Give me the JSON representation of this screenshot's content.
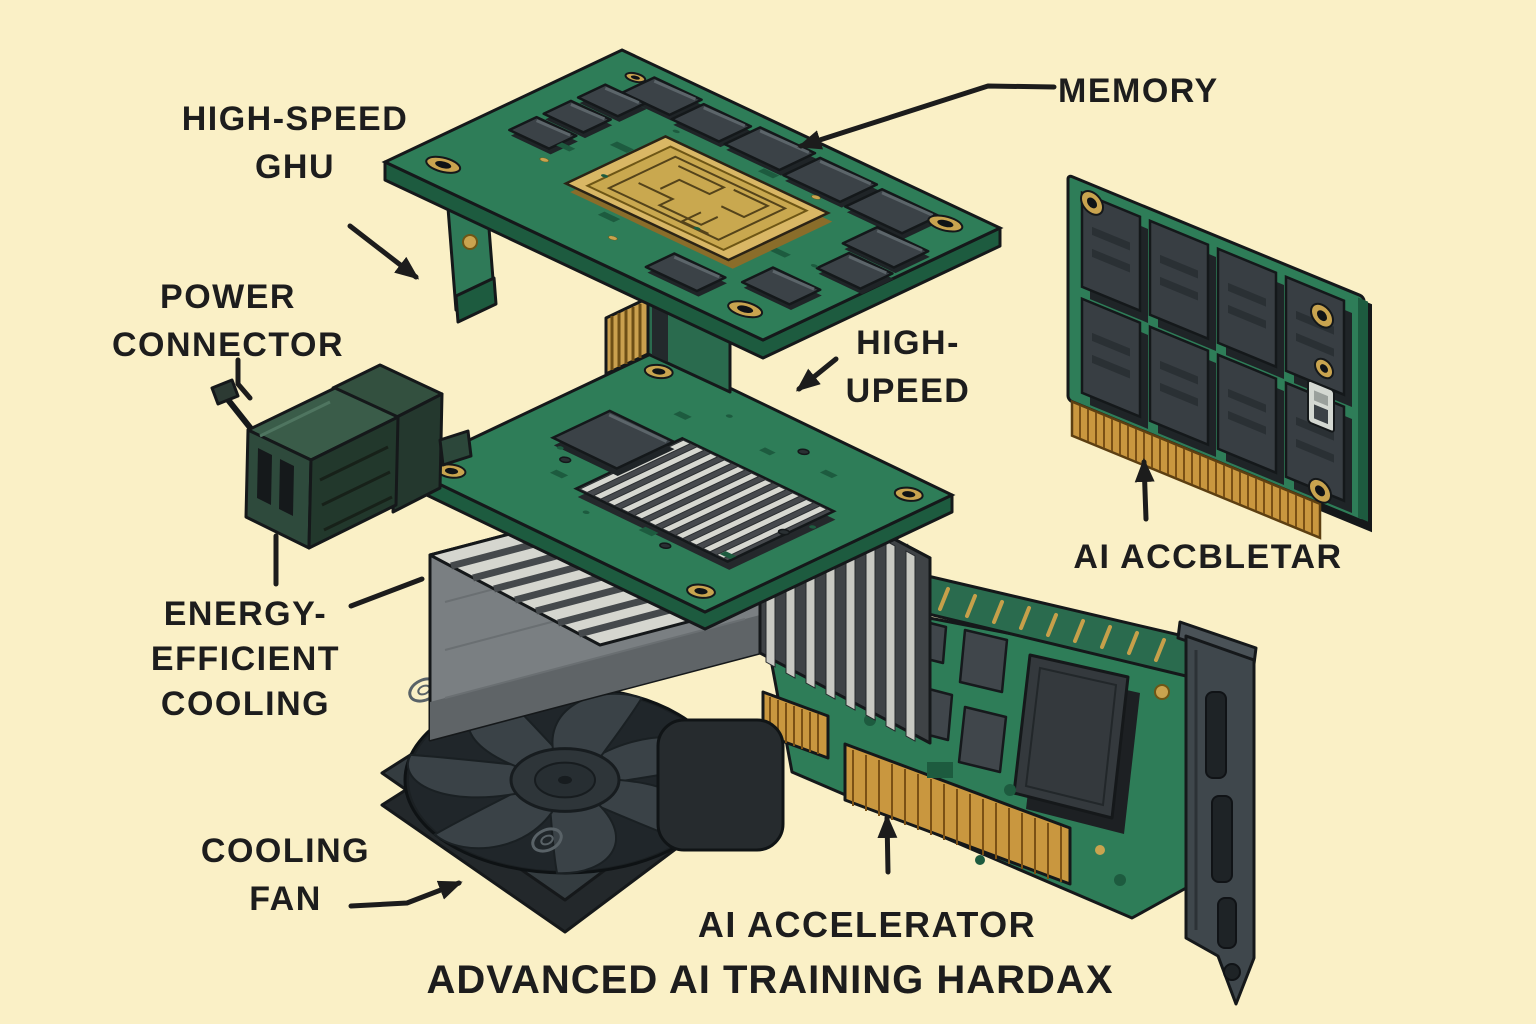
{
  "title": "ADVANCED AI TRAINING HARDAX",
  "labels": {
    "high_speed_gpu": "HIGH-SPEED\nGHU",
    "memory": "MEMORY",
    "power_connector": "POWER\nCONNECTOR",
    "high_speed": "HIGH-\nUPEED",
    "ai_accelerator_module": "AI ACCBLETAR",
    "energy_efficient_cooling": "ENERGY-\nEFFICIENT\nCOOLING",
    "cooling_fan": "COOLING\nFAN",
    "ai_accelerator_card": "AI ACCELERATOR"
  },
  "colors": {
    "background": "#FAF0C6",
    "pcb_green": "#2E7D58",
    "pcb_green_dark": "#1D5B3F",
    "chip_dark": "#3B4247",
    "gold": "#CFA84E",
    "connector_gold": "#C9973F",
    "heatsink_light": "#D5D6CF",
    "heatsink_dark": "#45494C",
    "fan_black": "#30383B",
    "outline": "#15181A",
    "text": "#1D1D1D"
  }
}
